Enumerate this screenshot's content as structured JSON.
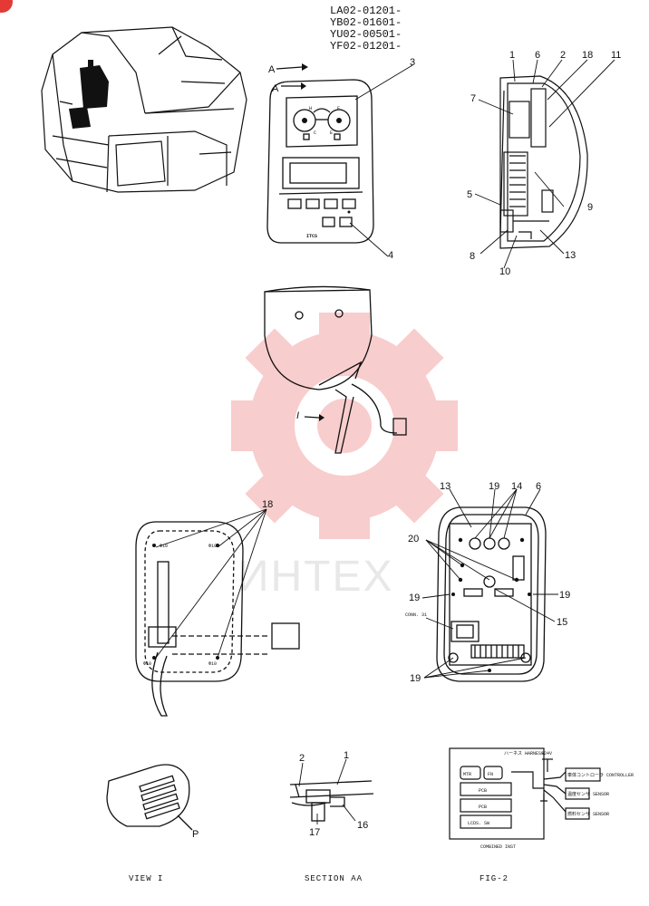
{
  "serials": [
    "LA02-01201-",
    "YB02-01601-",
    "YU02-00501-",
    "YF02-01201-"
  ],
  "watermark": "ИНТЕХ",
  "colors": {
    "line": "#111111",
    "watermark_red": "#f4a6a6",
    "badge": "#e53935"
  },
  "section_marks": {
    "a1": "A",
    "a2": "A",
    "i": "I"
  },
  "panel_front": {
    "brand": "ITCS"
  },
  "callouts": {
    "c1": "1",
    "c2": "2",
    "c3": "3",
    "c4": "4",
    "c5": "5",
    "c6": "6",
    "c7": "7",
    "c8": "8",
    "c9": "9",
    "c10": "10",
    "c11": "11",
    "c13": "13",
    "c18": "18",
    "back_13": "13",
    "back_19": "19",
    "back_14": "14",
    "back_6": "6",
    "back_20": "20",
    "back_19l": "19",
    "back_19r": "19",
    "back_15": "15",
    "back_19b": "19",
    "rear_18": "18",
    "sec_2": "2",
    "sec_1": "1",
    "sec_17": "17",
    "sec_16": "16",
    "view_p": "P"
  },
  "back_panel": {
    "connector": "CONN. 31"
  },
  "rear_view": {
    "hole_labels": [
      "Φ10",
      "Φ10",
      "Φ10",
      "Φ10"
    ]
  },
  "fig2": {
    "harness": "ハーネス\nHARNESS",
    "voltage": "+24V",
    "mtr": "MTR",
    "fn": "FN",
    "pcb1": "PCB",
    "pcb2": "PCB",
    "lcd": "LCDS. SW",
    "controller": "車体コントローラ\nCONTROLLER",
    "sensor1": "温度センサ\nSENSOR",
    "sensor2": "燃料センサ\nSENSOR",
    "box_label": "COMBINED INST"
  },
  "captions": {
    "view": "VIEW I",
    "section": "SECTION AA",
    "fig": "FIG-2"
  }
}
